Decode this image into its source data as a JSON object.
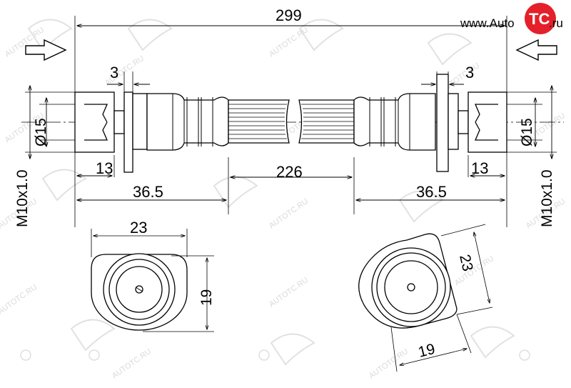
{
  "logo": {
    "prefix": "www.Auto",
    "badge": "TC",
    "suffix": ".ru",
    "badge_color": "#e4202a"
  },
  "watermark": {
    "text": "AUTOTC.RU",
    "color": "#d6d6d6"
  },
  "dimensions": {
    "overall_length": "299",
    "hose_length": "226",
    "left_flange_thickness": "3",
    "right_flange_thickness": "3",
    "left_diameter": "Ø15",
    "right_diameter": "Ø15",
    "left_thread_length": "13",
    "right_thread_length": "13",
    "left_fitting_length": "36.5",
    "right_fitting_length": "36.5",
    "left_thread": "M10x1.0",
    "right_thread": "M10x1.0",
    "left_view_width": "23",
    "left_view_height": "19",
    "right_view_width": "23",
    "right_view_height": "19"
  }
}
